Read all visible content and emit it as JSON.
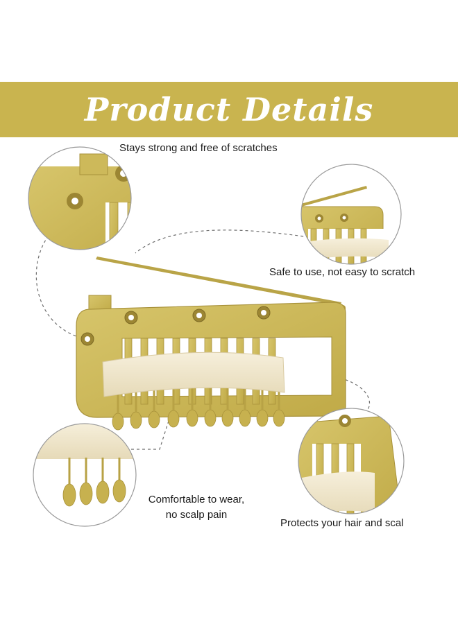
{
  "banner": {
    "title": "Product Details",
    "color": "#c9b44f"
  },
  "callouts": {
    "top_left": "Stays strong and free of scratches",
    "top_right": "Safe to use, not easy to scratch",
    "bottom_left_line1": "Comfortable to wear,",
    "bottom_left_line2": "no scalp pain",
    "bottom_right": "Protects your hair and scal"
  },
  "colors": {
    "clip_gold": "#cdb95a",
    "clip_shadow": "#a8923b",
    "silicone_pad": "#f1e8cf",
    "circle_border": "#9a9a9a"
  }
}
